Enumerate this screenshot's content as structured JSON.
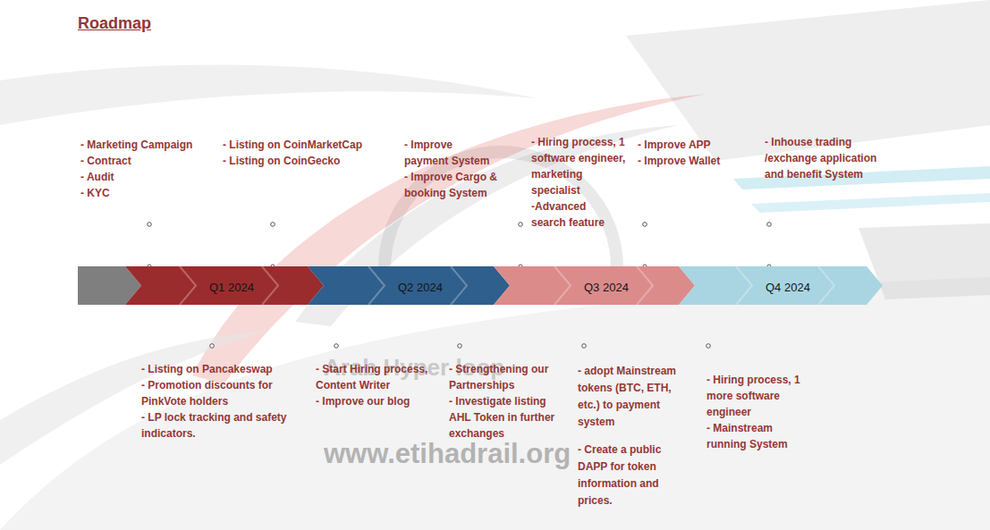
{
  "diagram": {
    "title": "Roadmap",
    "nodes": [
      {
        "text": [
          "Q1 2024"
        ]
      },
      {
        "text": [
          "Q2 2024"
        ]
      },
      {
        "text": [
          "Q3 2024"
        ]
      },
      {
        "text": [
          "Q4 2024"
        ]
      }
    ],
    "labels": [
      "- Marketing Campaign",
      "- Contract",
      "- Audit",
      "- KYC",
      "- Listing on CoinMarketCap",
      "- Listing on CoinGecko",
      "- Improve payment System",
      "- Improve Cargo & booking System",
      "- Hiring process, 1 software engineer, marketing specialist",
      "-Advanced search feature",
      "- Improve APP",
      "- Improve Wallet",
      "- Inhouse trading /exchange application and benefit System",
      "- Listing on Pancakeswap",
      "- Promotion discounts for PinkVote holders",
      "- LP lock tracking and safety indicators.",
      "- Start Hiring process, Content Writer",
      "- Improve our blog",
      "- Strengthening our Partnerships",
      "- Investigate listing AHL Token in further exchanges",
      "- adopt Mainstream tokens (BTC, ETH, etc.) to payment system",
      "- Create a public DAPP for token information and prices.",
      "- Hiring process, 1 more software engineer",
      "- Mainstream running System",
      "Arab Hyper loop",
      "www.etihadrail.org"
    ]
  }
}
